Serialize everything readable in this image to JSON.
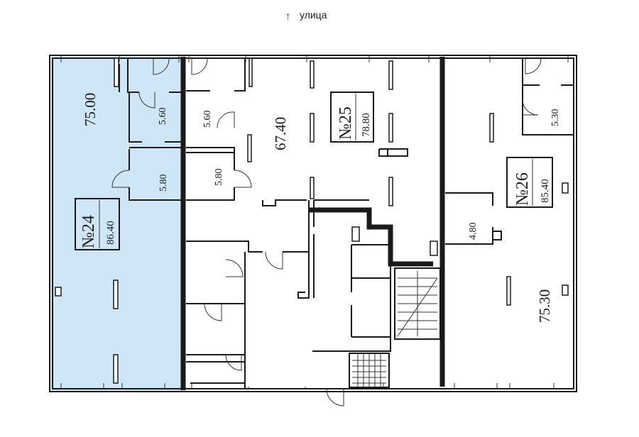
{
  "street": {
    "arrow": "↑",
    "label": "улица"
  },
  "units": [
    {
      "id": "unit-24",
      "number": "№24",
      "total_area": "86.40",
      "main_area": "75.00",
      "highlighted": true,
      "highlight_color": "#cfe6f7"
    },
    {
      "id": "unit-25",
      "number": "№25",
      "total_area": "78.80",
      "main_area": "67.40",
      "highlighted": false
    },
    {
      "id": "unit-26",
      "number": "№26",
      "total_area": "85.40",
      "main_area": "75.30",
      "highlighted": false
    }
  ],
  "room_areas": {
    "u24_wc": "5.60",
    "u24_hall": "5.80",
    "u25_wc": "5.60",
    "u25_hall": "5.80",
    "u26_wc": "5.30",
    "u26_room": "4.80"
  },
  "colors": {
    "highlight": "#cfe6f7",
    "wall": "#1a1a1a",
    "background": "#ffffff"
  }
}
